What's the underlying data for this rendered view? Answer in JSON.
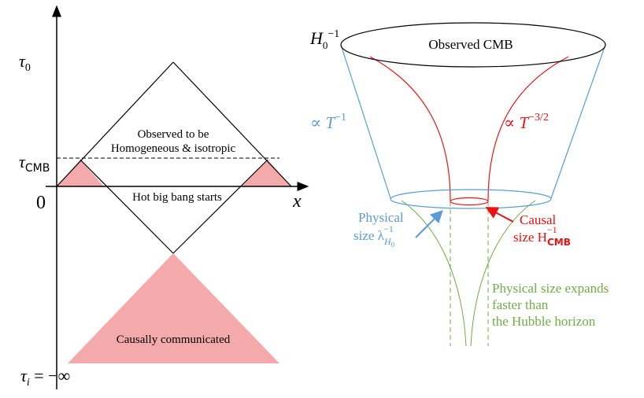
{
  "left_diagram": {
    "axis": {
      "tau0": "τ",
      "tau0_sub": "0",
      "tau_cmb": "τ",
      "tau_cmb_sub": "CMB",
      "origin": "0",
      "x": "x",
      "tau_i": "τ",
      "tau_i_sub": "i",
      "tau_i_value": " = −∞"
    },
    "labels": {
      "observed_line1": "Observed to be",
      "observed_line2": "Homogeneous & isotropic",
      "hot_big_bang": "Hot big bang starts",
      "causally": "Causally communicated"
    }
  },
  "right_diagram": {
    "h0_inv": "H",
    "h0_sub": "0",
    "h0_sup": "−1",
    "observed_cmb": "Observed CMB",
    "t_blue": "∝ T",
    "t_blue_sup": "−1",
    "t_red": "∝ T",
    "t_red_sup": "−3/2",
    "physical_line1": "Physical",
    "physical_line2": "size λ",
    "physical_sup": "−1",
    "physical_sub": "H",
    "physical_subsub": "0",
    "causal_line1": "Causal",
    "causal_line2": "size H",
    "causal_sup": "−1",
    "causal_sub": "CMB",
    "expands_line1": "Physical size expands",
    "expands_line2": "faster than",
    "expands_line3": "the Hubble horizon"
  },
  "colors": {
    "pink_fill": "#f4aaaa",
    "blue": "#5b9bd5",
    "red": "#ee1111",
    "green": "#70ad47",
    "black": "#000000"
  }
}
